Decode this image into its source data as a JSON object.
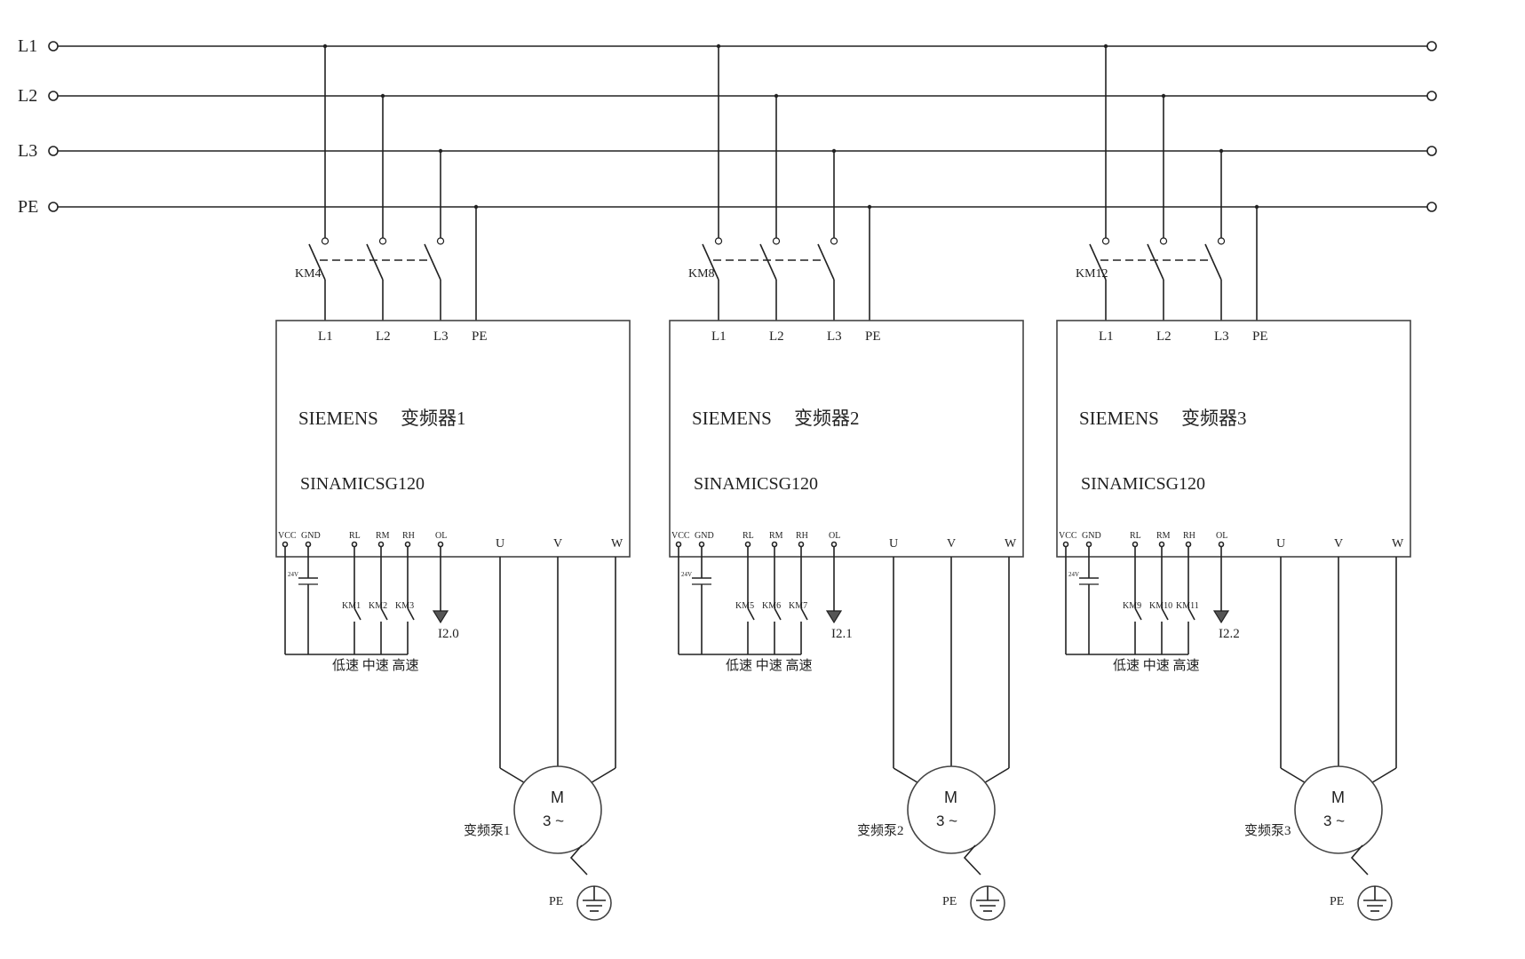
{
  "buses": [
    {
      "label": "L1"
    },
    {
      "label": "L2"
    },
    {
      "label": "L3"
    },
    {
      "label": "PE"
    }
  ],
  "units": [
    {
      "contactor": "KM4",
      "inputs": [
        "L1",
        "L2",
        "L3",
        "PE"
      ],
      "brand": "SIEMENS",
      "name": "变频器1",
      "model": "SINAMICSG120",
      "control_terminals": [
        "VCC",
        "GND",
        "RL",
        "RM",
        "RH",
        "OL"
      ],
      "outputs": [
        "U",
        "V",
        "W"
      ],
      "supply": "24V",
      "relays": [
        "KM1",
        "KM2",
        "KM3"
      ],
      "plc_input": "I2.0",
      "speeds": "低速 中速 高速",
      "motor_label": "变频泵1",
      "motor_symbol": "M",
      "motor_phase": "3 ~",
      "ground": "PE"
    },
    {
      "contactor": "KM8",
      "inputs": [
        "L1",
        "L2",
        "L3",
        "PE"
      ],
      "brand": "SIEMENS",
      "name": "变频器2",
      "model": "SINAMICSG120",
      "control_terminals": [
        "VCC",
        "GND",
        "RL",
        "RM",
        "RH",
        "OL"
      ],
      "outputs": [
        "U",
        "V",
        "W"
      ],
      "supply": "24V",
      "relays": [
        "KM5",
        "KM6",
        "KM7"
      ],
      "plc_input": "I2.1",
      "speeds": "低速 中速 高速",
      "motor_label": "变频泵2",
      "motor_symbol": "M",
      "motor_phase": "3 ~",
      "ground": "PE"
    },
    {
      "contactor": "KM12",
      "inputs": [
        "L1",
        "L2",
        "L3",
        "PE"
      ],
      "brand": "SIEMENS",
      "name": "变频器3",
      "model": "SINAMICSG120",
      "control_terminals": [
        "VCC",
        "GND",
        "RL",
        "RM",
        "RH",
        "OL"
      ],
      "outputs": [
        "U",
        "V",
        "W"
      ],
      "supply": "24V",
      "relays": [
        "KM9",
        "KM10",
        "KM11"
      ],
      "plc_input": "I2.2",
      "speeds": "低速 中速 高速",
      "motor_label": "变频泵3",
      "motor_symbol": "M",
      "motor_phase": "3 ~",
      "ground": "PE"
    }
  ]
}
